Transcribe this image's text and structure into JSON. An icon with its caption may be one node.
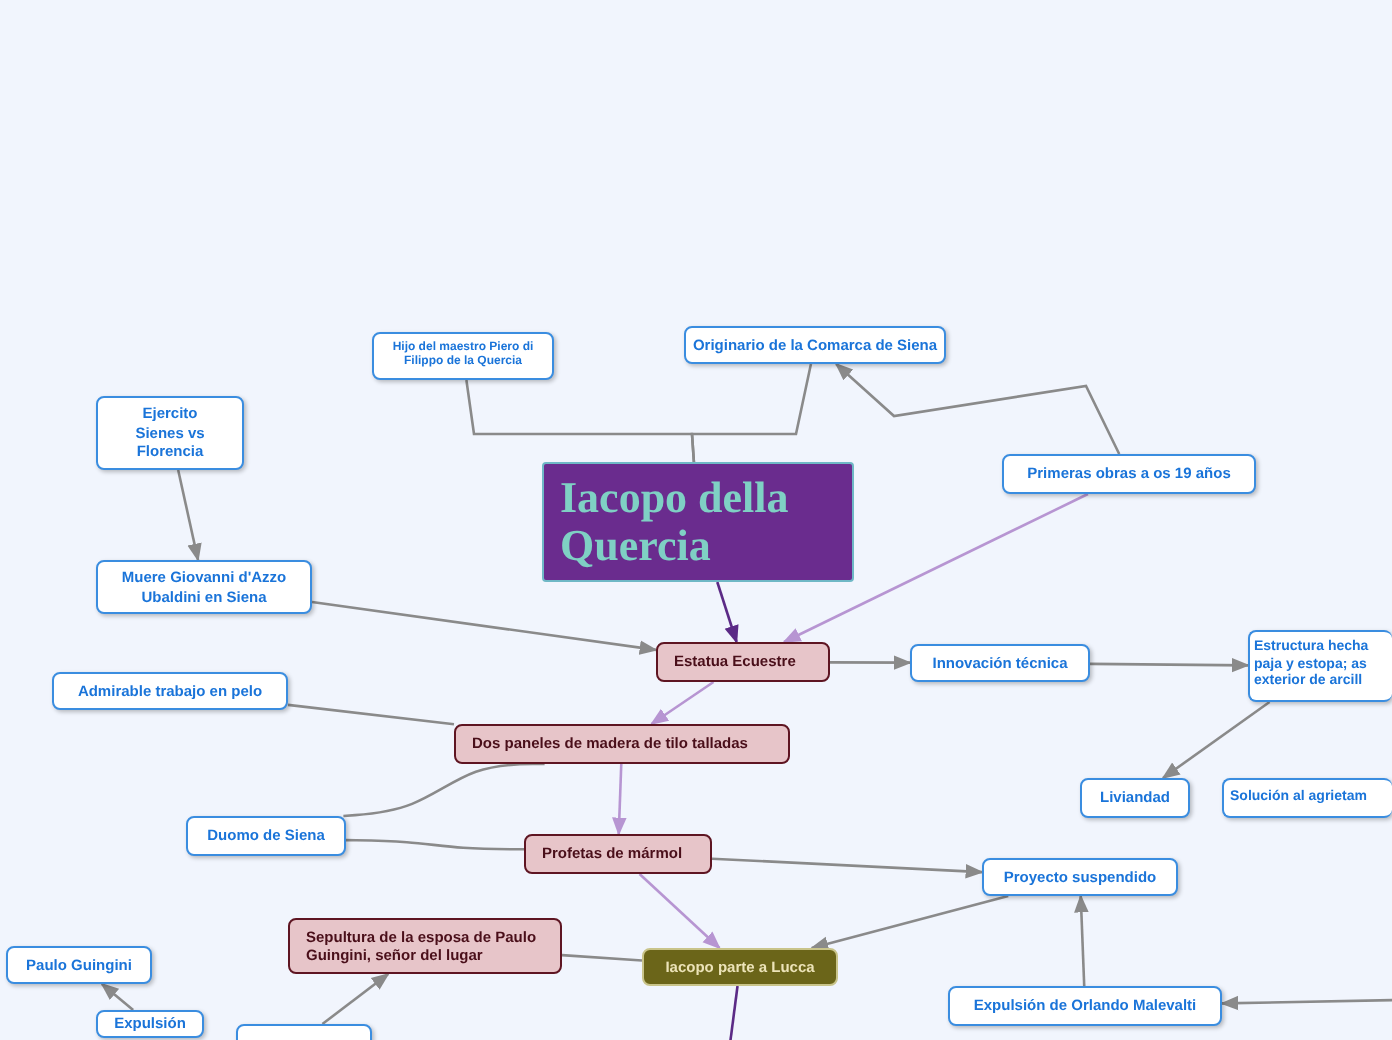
{
  "diagram": {
    "nodes": [
      {
        "text": [
          "Iacopo della Quercia"
        ]
      },
      {
        "text": [
          "Hijo del maestro Piero di Filippo de la Quercia"
        ]
      },
      {
        "text": [
          "Originario de la Comarca de Siena"
        ]
      },
      {
        "text": [
          "Ejercito Sienes vs Florencia"
        ]
      },
      {
        "text": [
          "Primeras obras a os 19 años"
        ]
      },
      {
        "text": [
          "Muere Giovanni d'Azzo Ubaldini en Siena"
        ]
      },
      {
        "text": [
          "Estatua Ecuestre"
        ]
      },
      {
        "text": [
          "Innovación técnica"
        ]
      },
      {
        "text": [
          "Estructura hecha paja y estopa; as exterior de arcill"
        ]
      },
      {
        "text": [
          "Admirable trabajo en pelo"
        ]
      },
      {
        "text": [
          "Dos paneles de madera de tilo talladas"
        ]
      },
      {
        "text": [
          "Liviandad"
        ]
      },
      {
        "text": [
          "Solución al agrietam"
        ]
      },
      {
        "text": [
          "Duomo de Siena"
        ]
      },
      {
        "text": [
          "Profetas de mármol"
        ]
      },
      {
        "text": [
          "Proyecto suspendido"
        ]
      },
      {
        "text": [
          "Sepultura de la esposa de Paulo Guingini, señor del lugar"
        ]
      },
      {
        "text": [
          "Paulo Guingini"
        ]
      },
      {
        "text": [
          "Iacopo parte a Lucca"
        ]
      },
      {
        "text": [
          "Expulsión de Orlando Malevalti"
        ]
      },
      {
        "text": [
          "Expulsión"
        ]
      },
      {
        "text": [],
        "shape": "box"
      }
    ],
    "edges": [
      {
        "from": 1,
        "to": 0,
        "arrow": "none"
      },
      {
        "from": 2,
        "to": 0,
        "arrow": "none"
      },
      {
        "from": 4,
        "to": 2,
        "arrow": "to"
      },
      {
        "from": 3,
        "to": 5,
        "arrow": "to"
      },
      {
        "from": 0,
        "to": 6,
        "arrow": "to",
        "color": "#5b2a86"
      },
      {
        "from": 4,
        "to": 6,
        "arrow": "to",
        "color": "#b795d2"
      },
      {
        "from": 5,
        "to": 6,
        "arrow": "to"
      },
      {
        "from": 6,
        "to": 7,
        "arrow": "to"
      },
      {
        "from": 7,
        "to": 8,
        "arrow": "to"
      },
      {
        "from": 8,
        "to": 11,
        "arrow": "to"
      },
      {
        "from": 9,
        "to": 10,
        "arrow": "none"
      },
      {
        "from": 6,
        "to": 10,
        "arrow": "to",
        "color": "#b795d2"
      },
      {
        "from": 13,
        "to": 10,
        "arrow": "none"
      },
      {
        "from": 13,
        "to": 14,
        "arrow": "none"
      },
      {
        "from": 10,
        "to": 14,
        "arrow": "to",
        "color": "#b795d2"
      },
      {
        "from": 14,
        "to": 15,
        "arrow": "to"
      },
      {
        "from": 14,
        "to": 18,
        "arrow": "to",
        "color": "#b795d2"
      },
      {
        "from": 15,
        "to": 18,
        "arrow": "to"
      },
      {
        "from": 19,
        "to": 15,
        "arrow": "to"
      },
      {
        "from": null,
        "to": 19,
        "arrow": "to"
      },
      {
        "from": 18,
        "to": 16,
        "arrow": "none"
      },
      {
        "from": 21,
        "to": 16,
        "arrow": "to"
      },
      {
        "from": 20,
        "to": 17,
        "arrow": "to"
      },
      {
        "from": 18,
        "to": null,
        "arrow": "none",
        "color": "#5b2a86"
      }
    ]
  }
}
